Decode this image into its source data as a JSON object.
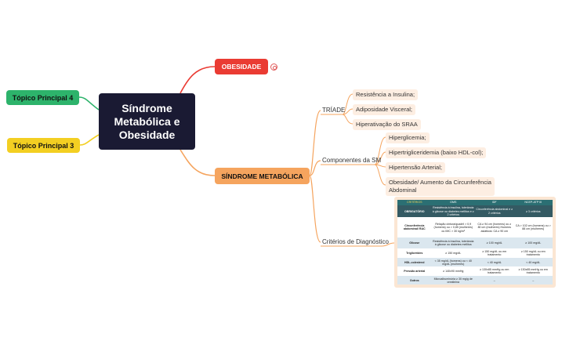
{
  "central": {
    "line1": "Síndrome",
    "line2": "Metabólica e",
    "line3": "Obesidade"
  },
  "left_topics": [
    {
      "label": "Tópico Principal 4"
    },
    {
      "label": "Tópico Principal 3"
    }
  ],
  "obesidade": {
    "label": "OBESIDADE",
    "icon": "target-icon"
  },
  "sm": {
    "label": "SÍNDROME METABÓLICA"
  },
  "triade": {
    "label": "TRÍADE",
    "items": [
      "Resistência a Insulina;",
      "Adiposidade Visceral;",
      "Hiperativação do SRAA"
    ]
  },
  "componentes": {
    "label": "Componentes da SM",
    "items": [
      "Hiperglicemia;",
      "Hipertrigliceridemia (baixo HDL-col);",
      "Hipertensão Arterial;",
      "Obesidade/ Aumento da Circunferência",
      "Abdominal"
    ]
  },
  "criterios": {
    "label": "Critérios de Diagnóstico",
    "table": {
      "header": [
        "CRITÉRIOS",
        "OMS",
        "IDF",
        "NCEP-ATP III"
      ],
      "obrigatorio": [
        "OBRIGATÓRIO",
        "Resistência à insulina, tolerância à glicose ou diabetes mellitus e ≥ 2 critérios",
        "Circunferência abdominal e ≥ 2 critérios",
        "≥ 3 critérios"
      ],
      "rows": [
        [
          "Circunferência abdominal/ RAC",
          "Relação cintura/quadril > 0,9 (homens) ou > 0,85 (mulheres) ou IMC > 30 kg/m²",
          "CA ≥ 94 cm (homens) ou ≥ 80 cm (mulheres) Homens asiáticos: CA ≥ 90 cm",
          "CA > 102 cm (homens) ou > 88 cm (mulheres)"
        ],
        [
          "Glicose",
          "Resistência à insulina, tolerância à glicose ou diabetes mellitus",
          "≥ 100 mg/dL",
          "≥ 100 mg/dL"
        ],
        [
          "Triglicérides",
          "≥ 150 mg/dL",
          "≥ 150 mg/dL ou em tratamento",
          "≥ 150 mg/dL ou em tratamento"
        ],
        [
          "HDL-colesterol",
          "< 35 mg/dL (homens) ou < 40 mg/dL (mulheres)",
          "< 40 mg/dL",
          "< 40 mg/dL"
        ],
        [
          "Pressão arterial",
          "≥ 140x90 mmHg",
          "≥ 130x85 mmHg ou em tratamento",
          "≥ 130x85 mmHg ou em tratamento"
        ],
        [
          "Outros",
          "Microalbuminúria ≥ 30 mg/g de creatinina",
          "–",
          "–"
        ]
      ]
    }
  },
  "colors": {
    "central": "#1a1a33",
    "obesidade": "#ea3b33",
    "sm": "#f5a45e",
    "topic4": "#2db36b",
    "topic3": "#f3cf22",
    "leaf_bg": "#fdeee2"
  }
}
